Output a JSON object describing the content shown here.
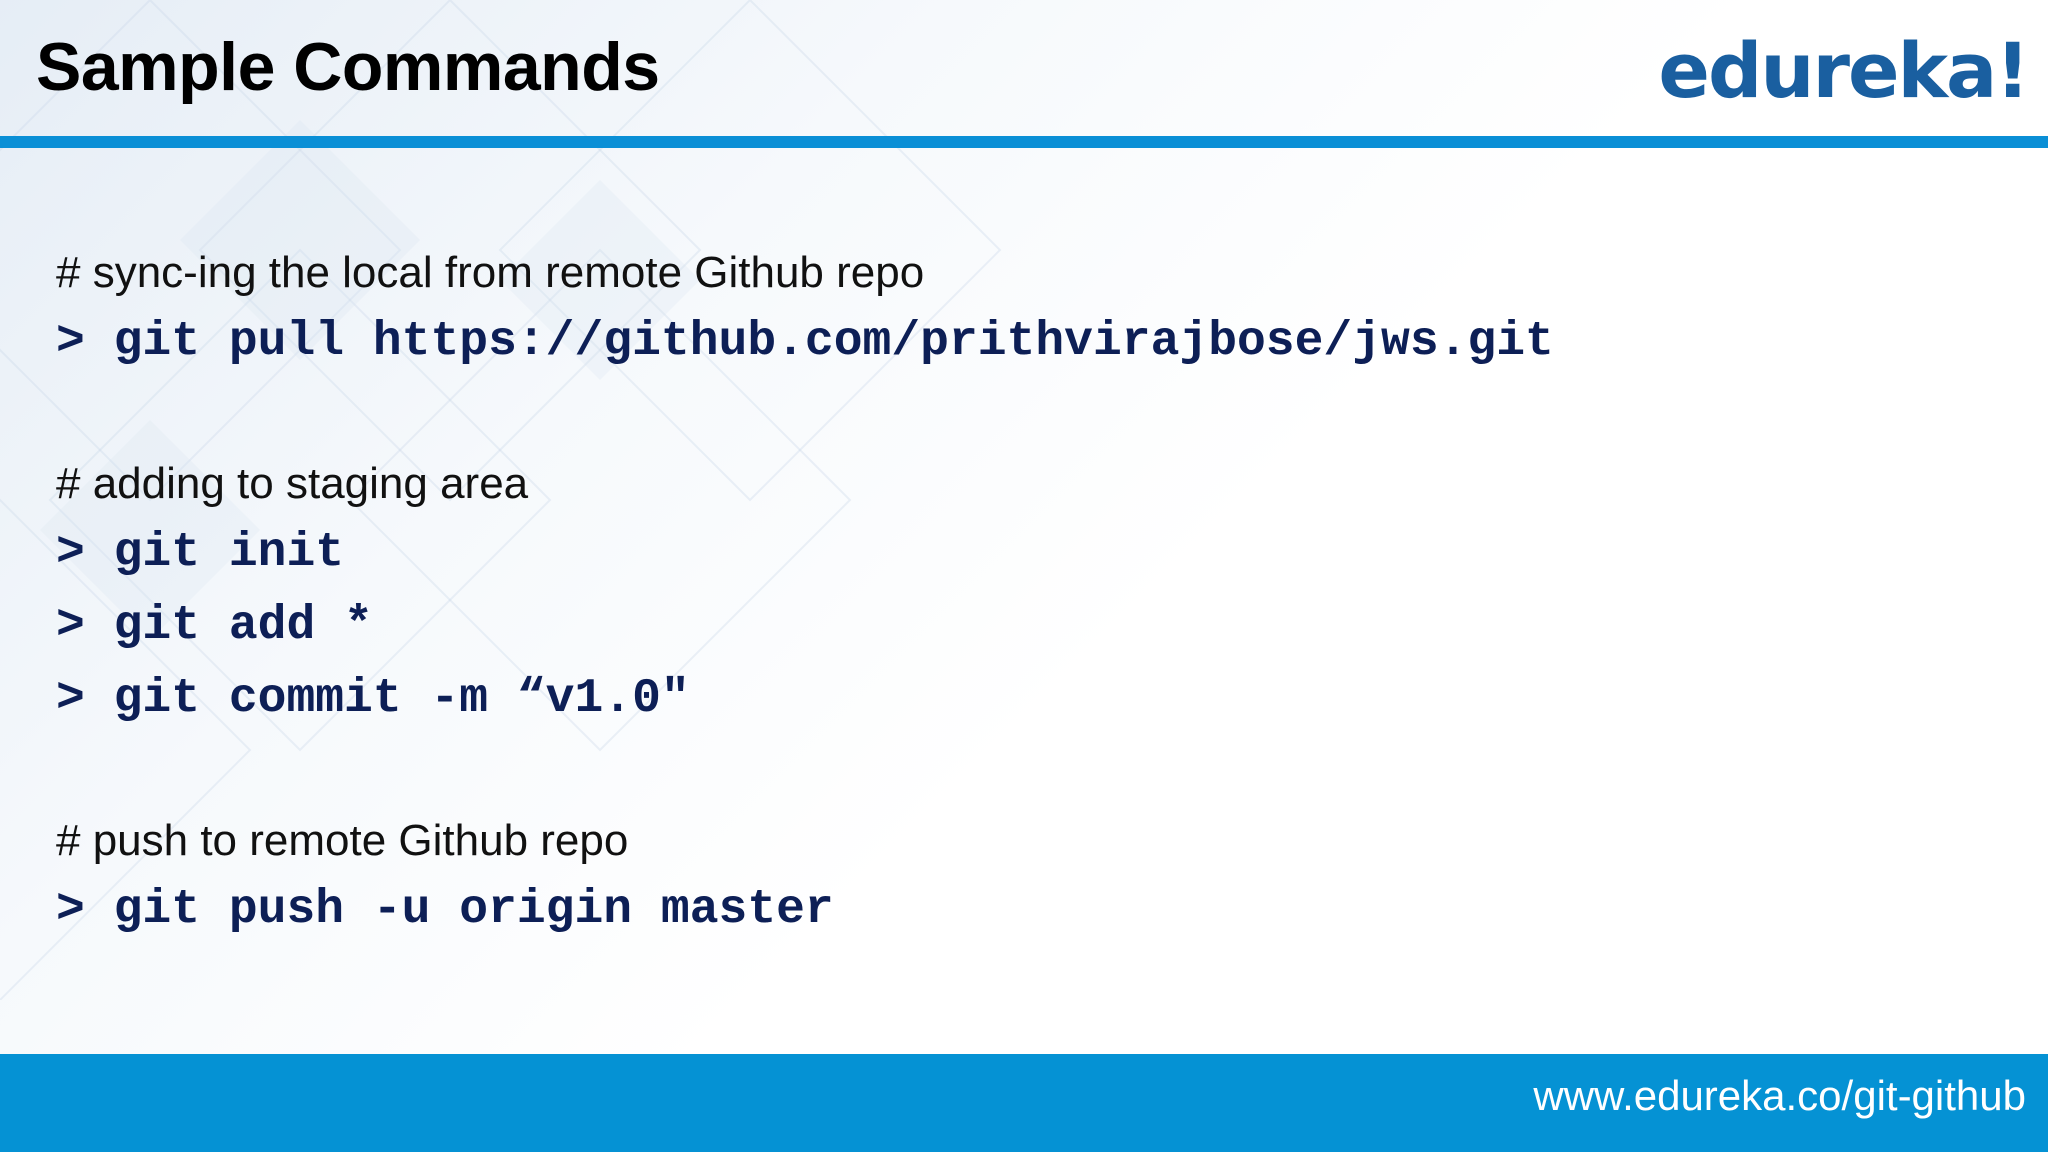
{
  "slide": {
    "title": "Sample Commands",
    "logo_text": "edureka!",
    "sections": [
      {
        "comment": "# sync-ing the local from remote Github repo",
        "commands": [
          "> git pull https://github.com/prithvirajbose/jws.git"
        ]
      },
      {
        "comment": "# adding to staging area",
        "commands": [
          "> git init",
          "> git add *",
          "> git commit -m “v1.0\""
        ]
      },
      {
        "comment": "# push to remote Github repo",
        "commands": [
          "> git push -u origin master"
        ]
      }
    ],
    "footer_url": "www.edureka.co/git-github"
  },
  "colors": {
    "title": "#000000",
    "logo": "#1a5fa0",
    "accent_bar": "#0a8fd6",
    "footer_bg": "#0592d4",
    "command_text": "#0d1f56",
    "comment_text": "#111111"
  }
}
